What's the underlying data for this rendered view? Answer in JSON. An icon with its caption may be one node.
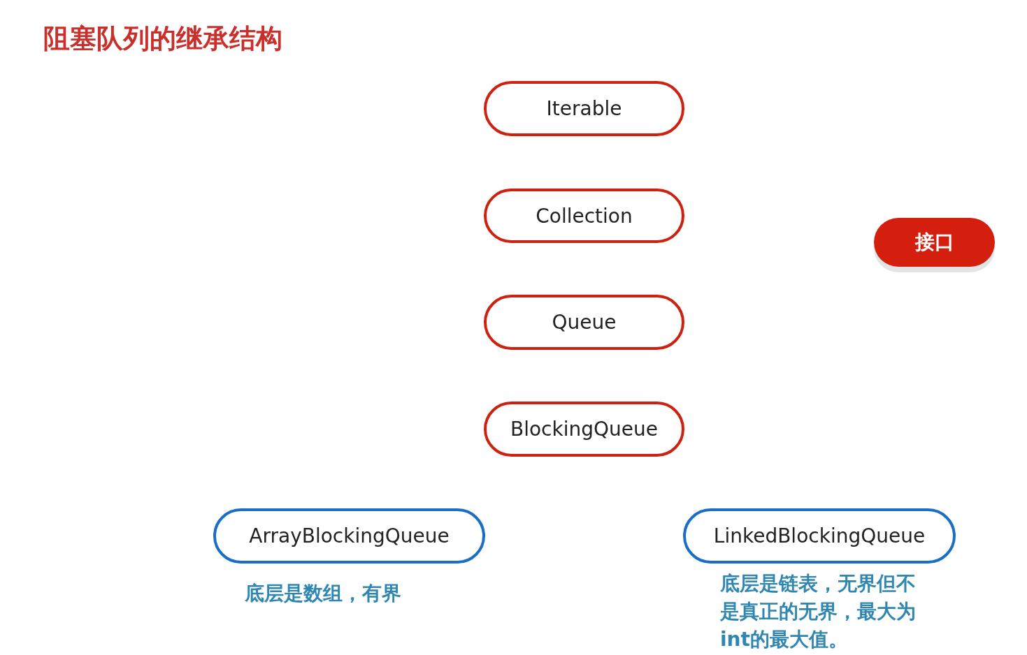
{
  "diagram": {
    "title": "阻塞队列的继承结构",
    "nodes": [
      {
        "text": [
          "Iterable"
        ]
      },
      {
        "text": [
          "Collection"
        ]
      },
      {
        "text": [
          "Queue"
        ]
      },
      {
        "text": [
          "BlockingQueue"
        ]
      },
      {
        "text": [
          "ArrayBlockingQueue"
        ],
        "beside": [
          "底层是数组，有界"
        ]
      },
      {
        "text": [
          "LinkedBlockingQueue"
        ],
        "beside": [
          "底层是链表，无界但不是真正的无界，最大为int的最大值。"
        ]
      },
      {
        "text": [
          "接口"
        ]
      }
    ]
  }
}
